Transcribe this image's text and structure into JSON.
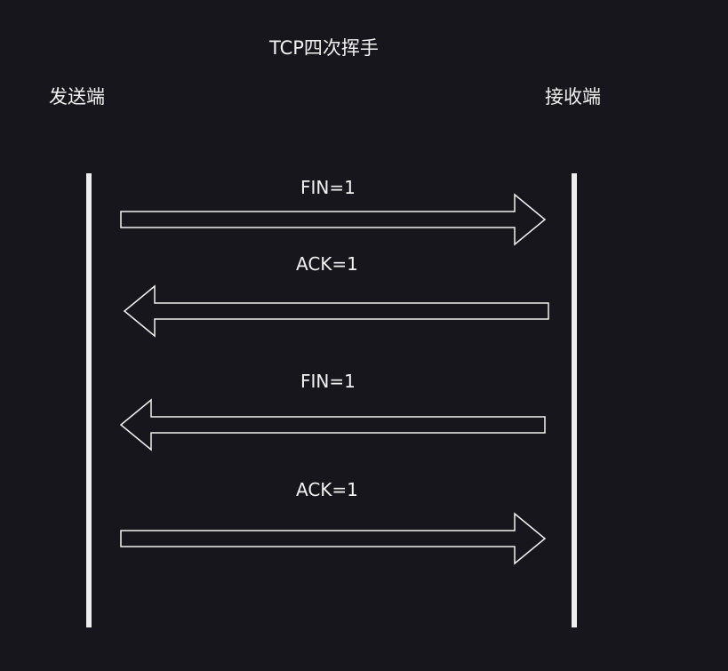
{
  "diagram": {
    "title": "TCP四次挥手",
    "left_party": "发送端",
    "right_party": "接收端",
    "colors": {
      "background": "#18161d",
      "foreground": "#f2f2f2"
    },
    "messages": [
      {
        "label": "FIN=1",
        "direction": "right"
      },
      {
        "label": "ACK=1",
        "direction": "left"
      },
      {
        "label": "FIN=1",
        "direction": "left"
      },
      {
        "label": "ACK=1",
        "direction": "right"
      }
    ]
  }
}
